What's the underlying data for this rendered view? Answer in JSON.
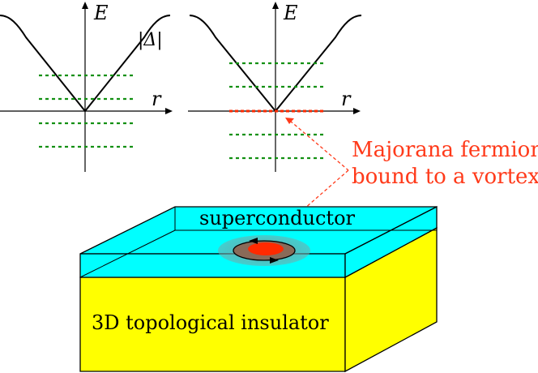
{
  "panels": {
    "left": {
      "energy_axis": "E",
      "radius_axis": "r",
      "gap_label": "|Δ|"
    },
    "right": {
      "energy_axis": "E",
      "radius_axis": "r"
    }
  },
  "annotation": {
    "line1": "Majorana fermion",
    "line2": "bound to a vortex"
  },
  "slab": {
    "top_label": "superconductor",
    "bottom_label": "3D topological insulator"
  },
  "colors": {
    "gap_curve": "#000000",
    "bound_levels": "#139013",
    "zero_mode": "#ff2a00",
    "annotation": "#ff3a1a",
    "superconductor": "#00ffff",
    "insulator": "#ffff00",
    "vortex_halo": "#7aa7a7",
    "vortex_core": "#ff2a00"
  }
}
